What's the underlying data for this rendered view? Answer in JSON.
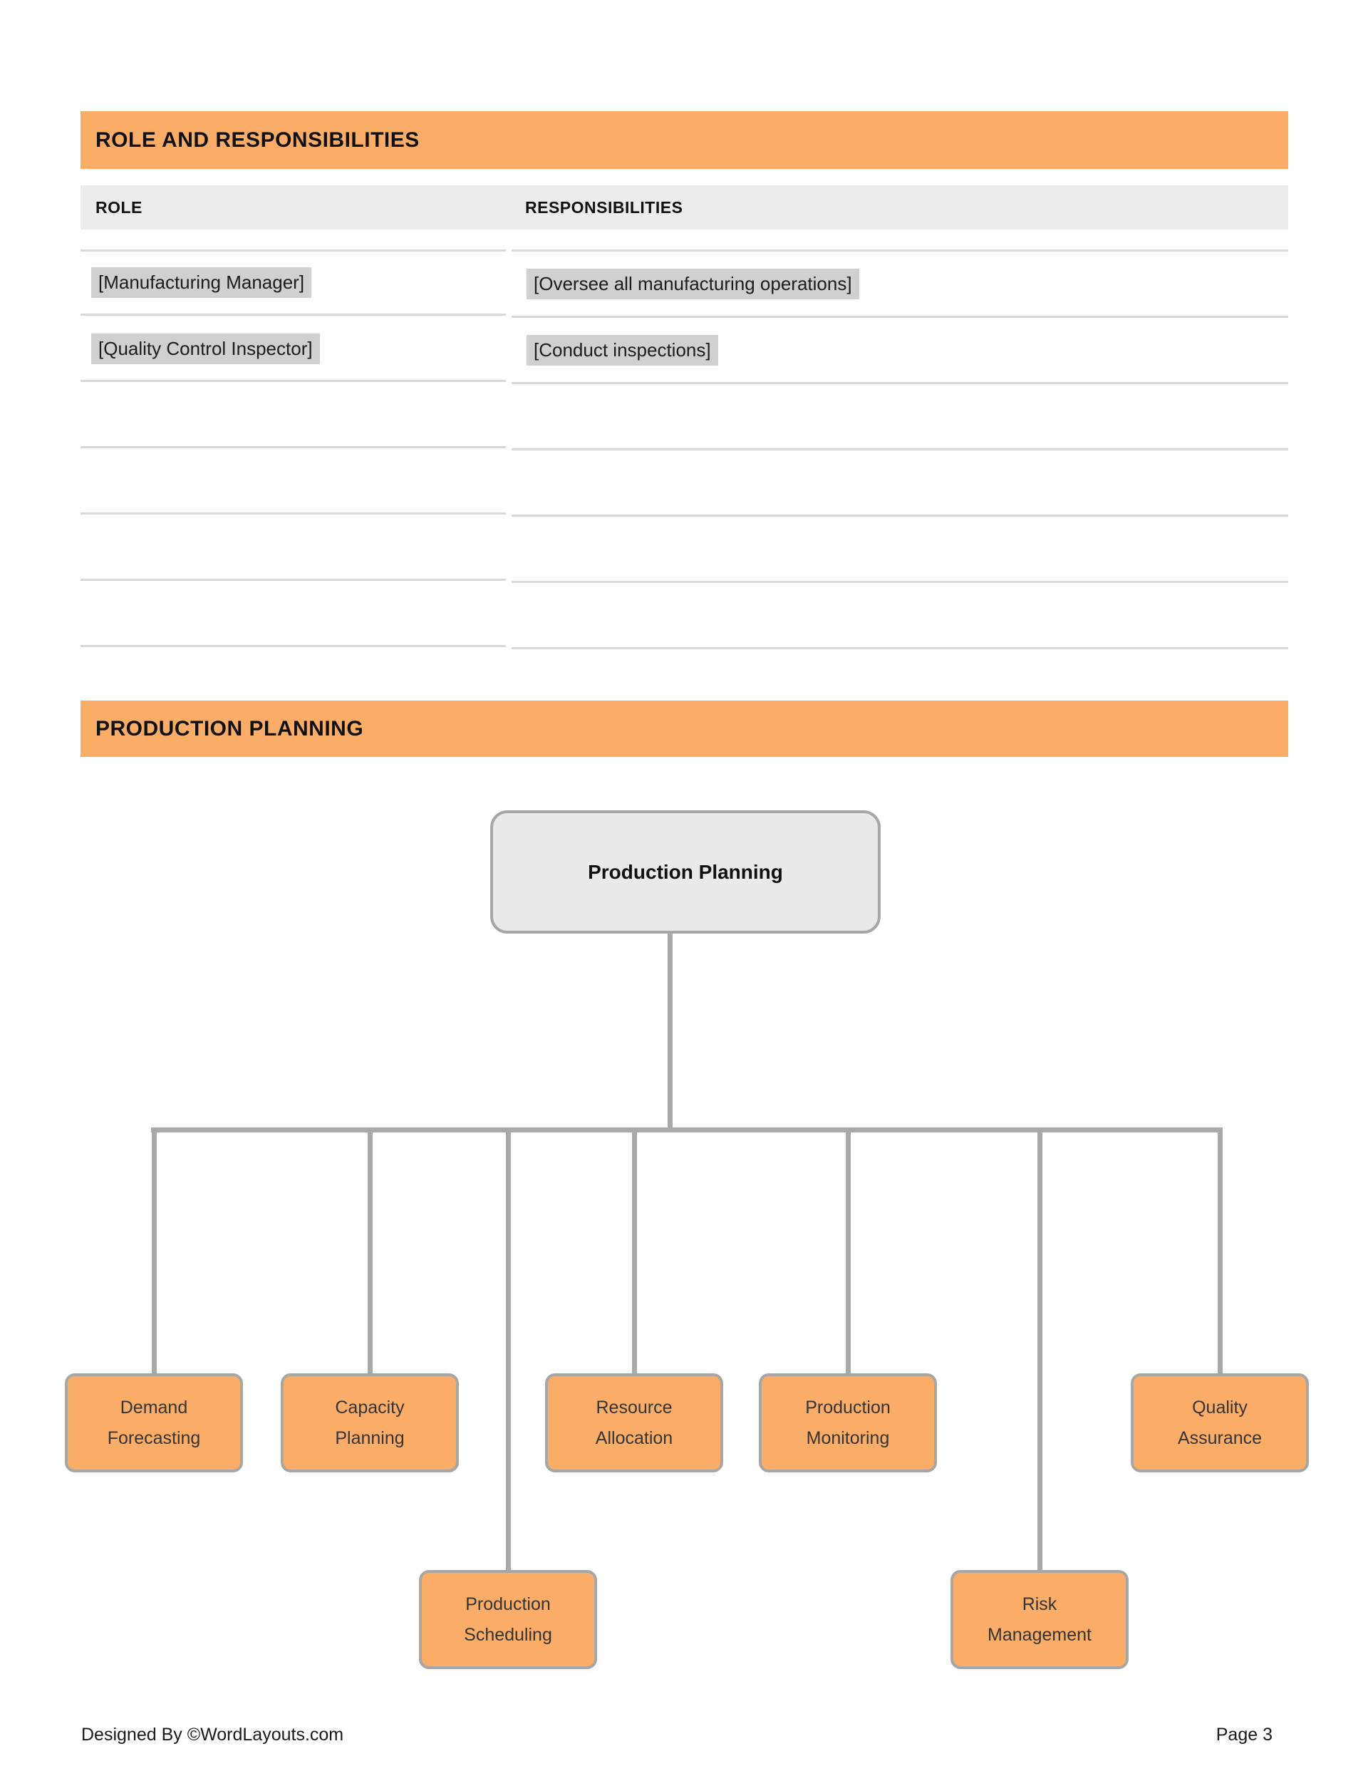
{
  "colors": {
    "accent_orange": "#FBAD68",
    "node_fill_gray": "#E9E9E9",
    "shape_border_gray": "#A6A6A6",
    "connector_gray": "#A9A9A9",
    "table_header_bg": "#ECECEC",
    "placeholder_highlight_gray": "#D0D0D0",
    "table_row_line": "#D9D9D9",
    "text_dark": "#1A1A1A"
  },
  "roles_section": {
    "title": "ROLE AND RESPONSIBILITIES",
    "table": {
      "columns": [
        "ROLE",
        "RESPONSIBILITIES"
      ],
      "rows": [
        {
          "role": "[Manufacturing Manager]",
          "responsibility": "[Oversee all manufacturing operations]"
        },
        {
          "role": "[Quality Control Inspector]",
          "responsibility": "[Conduct inspections]"
        }
      ],
      "empty_row_count": 4
    }
  },
  "planning_section": {
    "title": "PRODUCTION PLANNING",
    "org_chart": {
      "root": {
        "label": "Production Planning"
      },
      "children": [
        {
          "label": "Demand Forecasting"
        },
        {
          "label": "Capacity Planning"
        },
        {
          "label": "Production Scheduling"
        },
        {
          "label": "Resource Allocation"
        },
        {
          "label": "Production Monitoring"
        },
        {
          "label": "Risk Management"
        },
        {
          "label": "Quality Assurance"
        }
      ]
    }
  },
  "footer": {
    "credit": "Designed By ©WordLayouts.com",
    "page_label": "Page 3"
  }
}
